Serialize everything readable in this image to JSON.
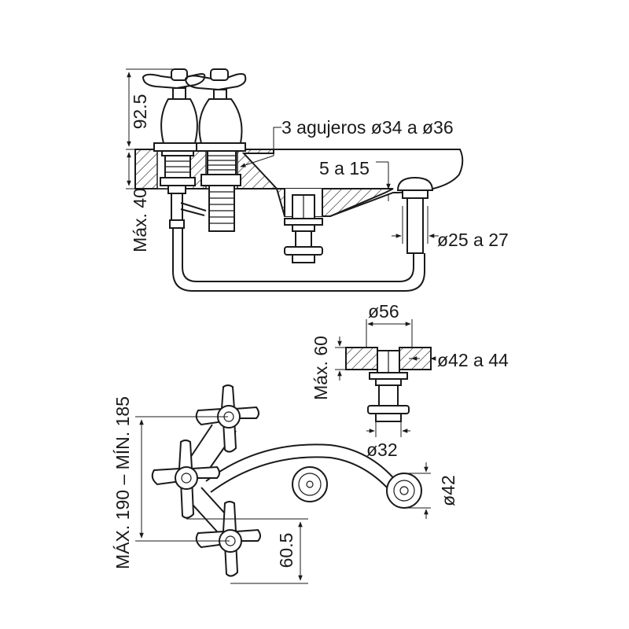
{
  "labels": {
    "height_handle": "92.5",
    "max_40": "Máx. 40",
    "holes": "3 agujeros ø34 a ø36",
    "range_5_15": "5 a 15",
    "diam_25_27": "ø25 a 27",
    "diam_56": "ø56",
    "max_60": "Máx. 60",
    "diam_42_44": "ø42 a 44",
    "diam_32": "ø32",
    "spacing": "MÁX. 190 – MÍN. 185",
    "offset_60_5": "60.5",
    "diam_42": "ø42"
  }
}
